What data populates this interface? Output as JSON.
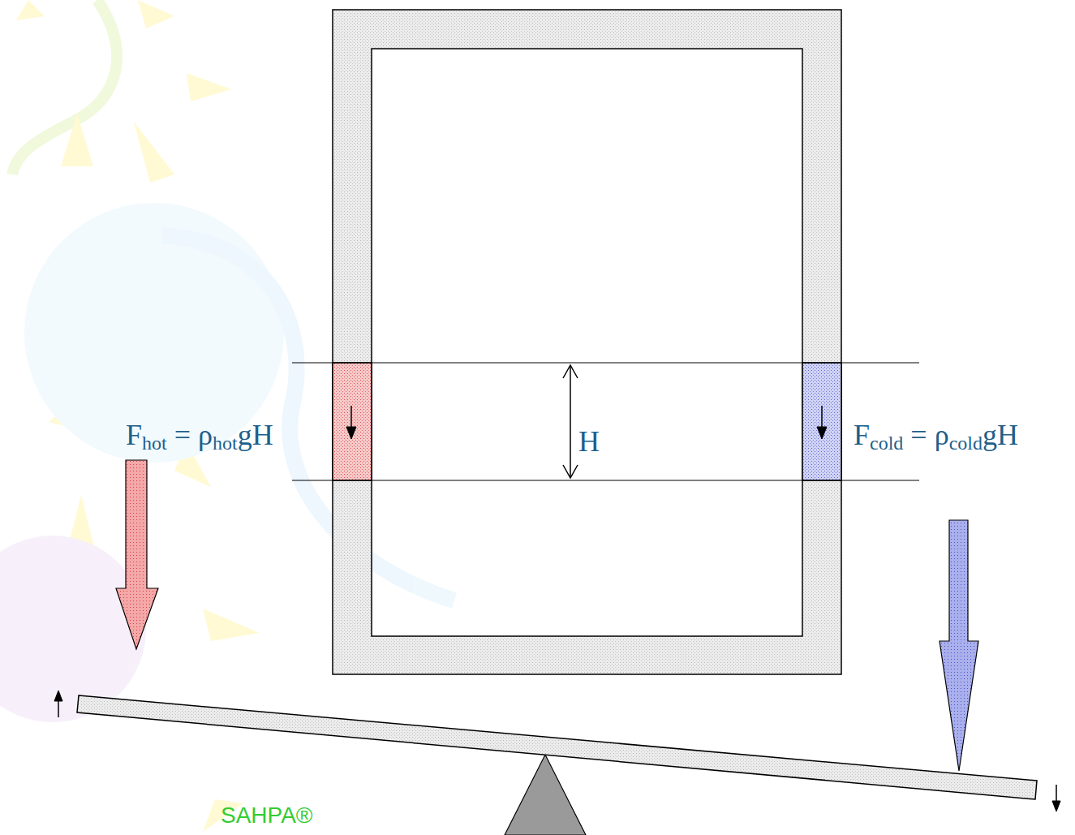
{
  "diagram": {
    "labels": [
      "Fhot = ρhotgH",
      "H",
      "Fcold = ρcoldgH",
      "SAHPA®"
    ]
  }
}
